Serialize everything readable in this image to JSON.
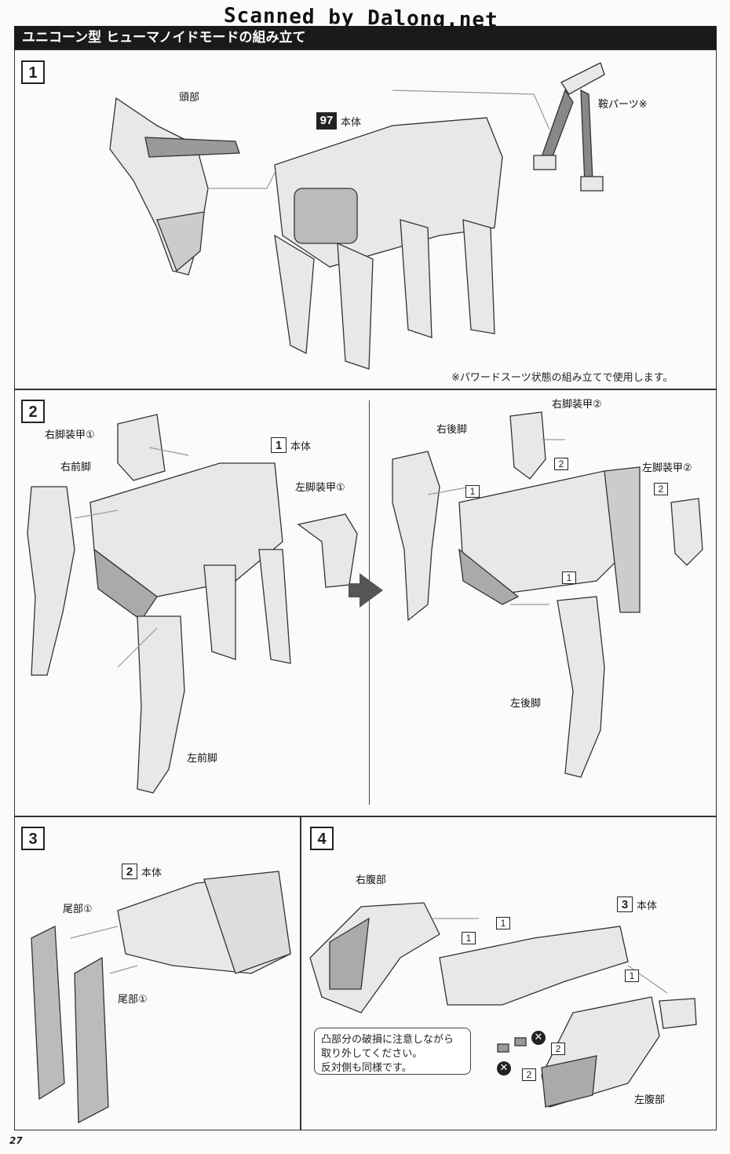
{
  "watermark": "Scanned by Dalong.net",
  "page_title": "ユニコーン型 ヒューマノイドモードの組み立て",
  "page_number": "27",
  "steps": {
    "s1": {
      "number": "1",
      "head_label": "頭部",
      "body_badge": "97",
      "body_label": "本体",
      "saddle_label": "鞍パーツ※",
      "footnote": "※パワードスーツ状態の組み立てで使用します。"
    },
    "s2": {
      "number": "2",
      "right_armor1": "右脚装甲①",
      "right_front_leg": "右前脚",
      "body_box": "1",
      "body_label": "本体",
      "left_armor1": "左脚装甲①",
      "left_front_leg": "左前脚",
      "right_rear_leg": "右後脚",
      "right_armor2": "右脚装甲②",
      "left_armor2": "左脚装甲②",
      "left_rear_leg": "左後脚",
      "seq_1": "1",
      "seq_2": "2"
    },
    "s3": {
      "number": "3",
      "body_box": "2",
      "body_label": "本体",
      "tail_label": "尾部①"
    },
    "s4": {
      "number": "4",
      "right_abdomen": "右腹部",
      "body_box": "3",
      "body_label": "本体",
      "left_abdomen": "左腹部",
      "warning": [
        "凸部分の破損に注意しながら",
        "取り外してください。",
        "反対側も同様です。"
      ],
      "seq_1": "1",
      "seq_2": "2",
      "x_mark": "✕"
    }
  }
}
